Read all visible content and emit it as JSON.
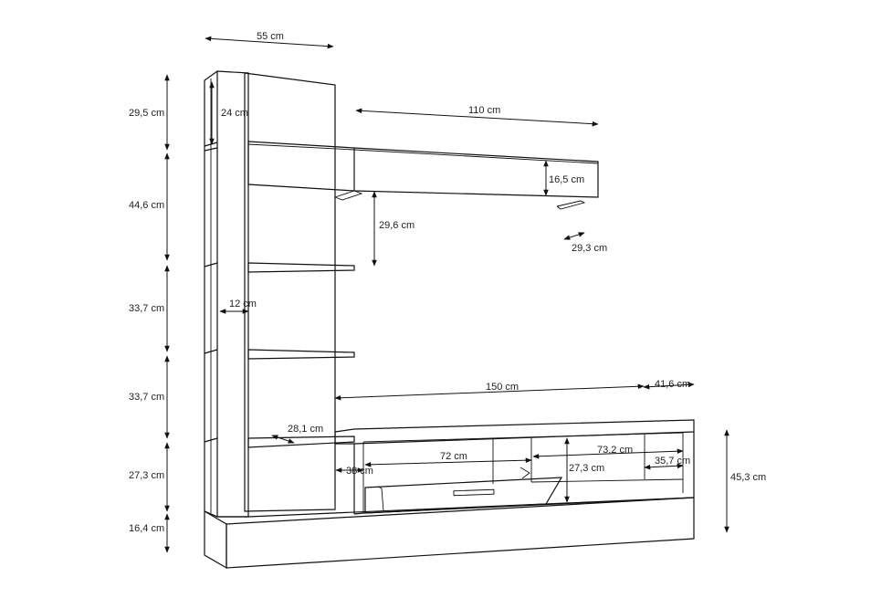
{
  "dimensions": {
    "top_width": "55 cm",
    "top_height": "29,5 cm",
    "inner_top": "24 cm",
    "wall_shelf_width": "110 cm",
    "wall_shelf_height": "16,5 cm",
    "gap_under_shelf": "29,6 cm",
    "wall_shelf_depth": "29,3 cm",
    "tier2_height": "44,6 cm",
    "tier3_height": "33,7 cm",
    "tower_depth": "12 cm",
    "tier4_height": "33,7 cm",
    "tv_width": "150 cm",
    "tv_depth": "41,6 cm",
    "shelf_depth": "28,1 cm",
    "bay_width": "72 cm",
    "compartment_width": "73,2 cm",
    "compartment_depth": "35,7 cm",
    "side_depth": "38 cm",
    "compartment_height": "27,3 cm",
    "tier5_height": "27,3 cm",
    "total_tv_height": "45,3 cm",
    "base_height": "16,4 cm"
  }
}
